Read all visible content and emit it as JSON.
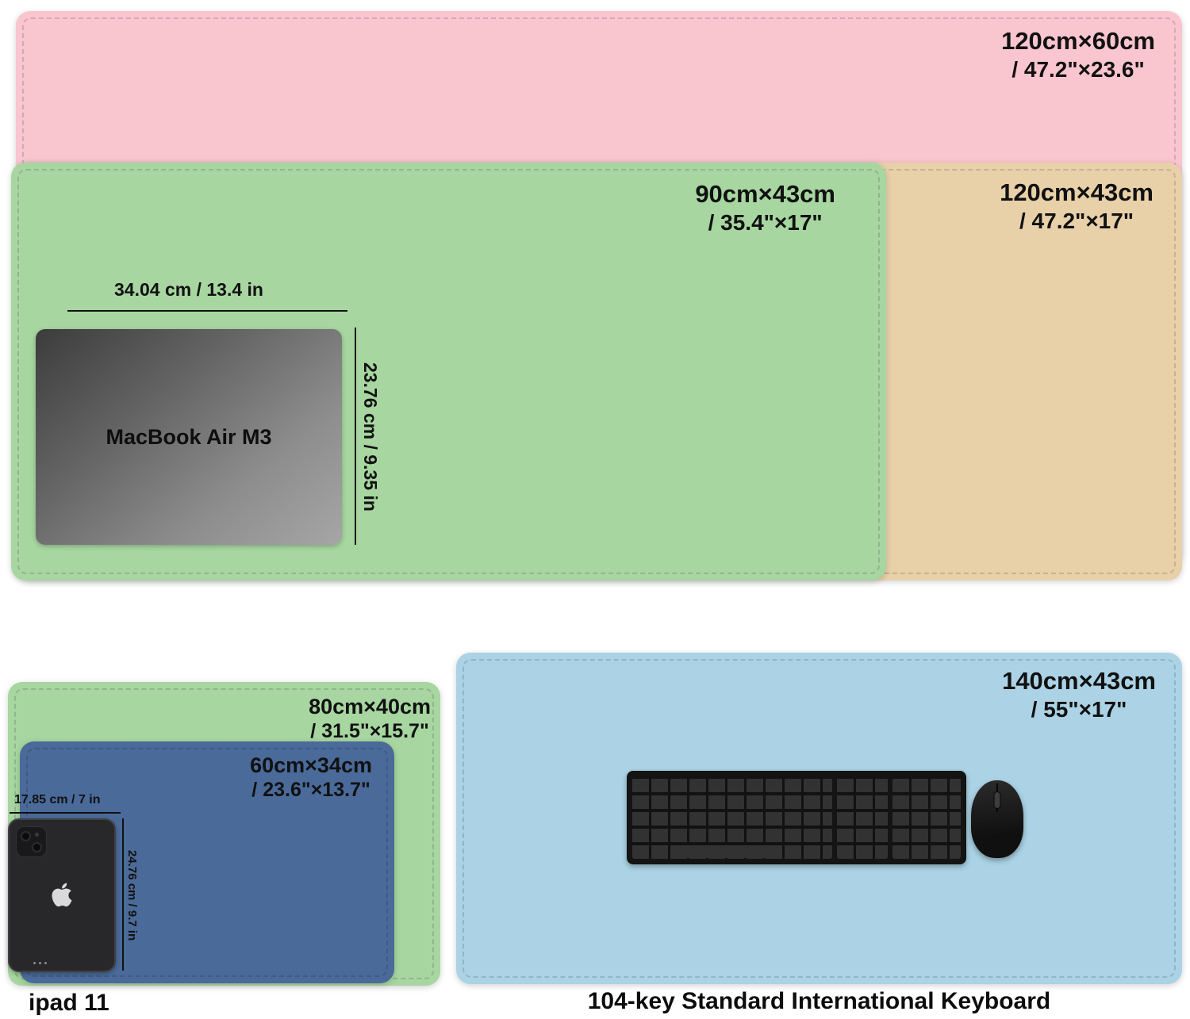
{
  "colors": {
    "pink": "#F9C5CF",
    "green": "#A7D6A0",
    "tan": "#E8D0A9",
    "blue": "#4A6A99",
    "light_blue": "#ABD3E5",
    "background": "#FFFFFF",
    "text": "#111111"
  },
  "pads": {
    "pink": {
      "size_cm": "120cm×60cm",
      "size_in": "/ 47.2\"×23.6\""
    },
    "green": {
      "size_cm": "90cm×43cm",
      "size_in": "/ 35.4\"×17\""
    },
    "tan": {
      "size_cm": "120cm×43cm",
      "size_in": "/ 47.2\"×17\""
    },
    "green_small": {
      "size_cm": "80cm×40cm",
      "size_in": "/ 31.5\"×15.7\""
    },
    "blue": {
      "size_cm": "60cm×34cm",
      "size_in": "/ 23.6\"×13.7\""
    },
    "light_blue": {
      "size_cm": "140cm×43cm",
      "size_in": "/ 55\"×17\""
    }
  },
  "macbook": {
    "label": "MacBook Air M3",
    "width_dim": "34.04 cm / 13.4 in",
    "height_dim": "23.76 cm / 9.35 in"
  },
  "ipad": {
    "caption": "ipad 11",
    "width_dim": "17.85 cm / 7 in",
    "height_dim": "24.76 cm / 9.7 in"
  },
  "keyboard": {
    "caption": "104-key Standard International Keyboard"
  }
}
